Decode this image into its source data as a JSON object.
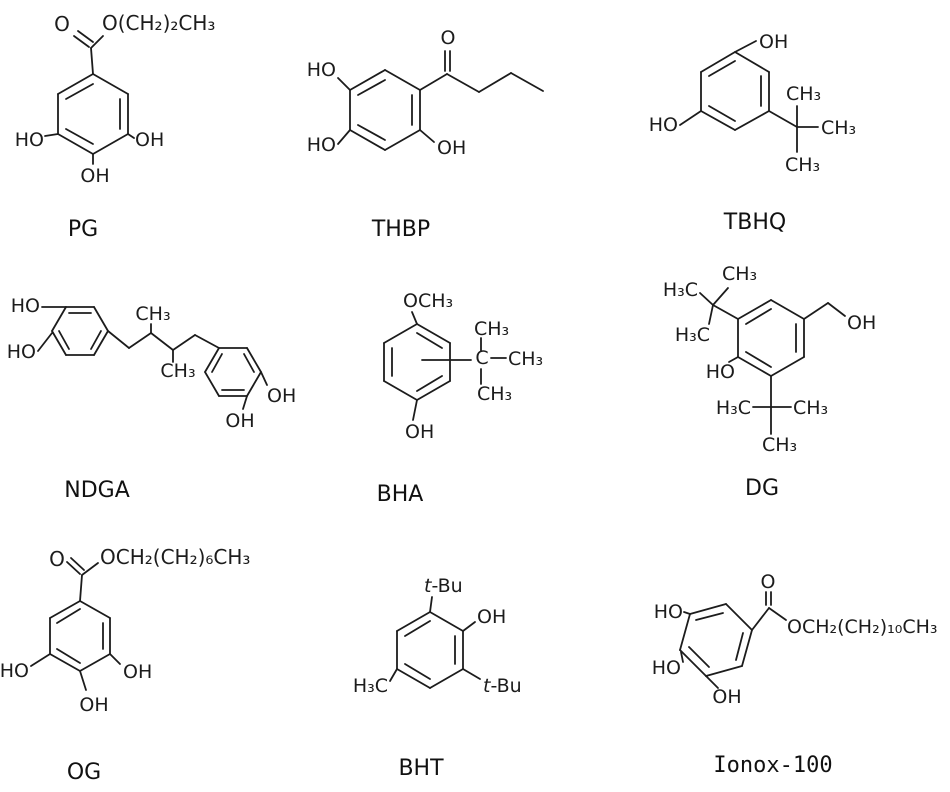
{
  "figure": {
    "description_colors": {
      "ink": "#1c1c1c",
      "background": "#ffffff"
    }
  },
  "compounds": {
    "pg": {
      "name": "PG",
      "carbonyl_o": "O",
      "ester_chain": "O(CH₂)₂CH₃",
      "ho_left": "HO",
      "oh_right": "OH",
      "oh_bottom": "OH"
    },
    "thbp": {
      "name": "THBP",
      "ketone_o": "O",
      "ho_top": "HO",
      "ho_bottom": "HO",
      "oh_bottom": "OH"
    },
    "tbhq": {
      "name": "TBHQ",
      "oh_top": "OH",
      "ho_left": "HO",
      "ch3_top": "CH₃",
      "ch3_right": "CH₃",
      "ch3_bottom": "CH₃"
    },
    "ndga": {
      "name": "NDGA",
      "ho_top": "HO",
      "ho_left": "HO",
      "ch3_up": "CH₃",
      "ch3_down": "CH₃",
      "oh_right": "OH",
      "oh_bottom": "OH"
    },
    "bha": {
      "name": "BHA",
      "och3": "OCH₃",
      "c_center": "C",
      "ch3_top": "CH₃",
      "ch3_right": "CH₃",
      "ch3_bottom": "CH₃",
      "oh_bottom": "OH"
    },
    "dg": {
      "name": "DG",
      "h3c_upper": "H₃C",
      "ch3_top": "CH₃",
      "h3c_mid": "H₃C",
      "ho": "HO",
      "oh_right": "OH",
      "h3c_lower": "H₃C",
      "ch3_right": "CH₃",
      "ch3_bottom": "CH₃"
    },
    "og": {
      "name": "OG",
      "carbonyl_o": "O",
      "ester_chain": "OCH₂(CH₂)₆CH₃",
      "ho_left": "HO",
      "oh_right": "OH",
      "oh_bottom": "OH"
    },
    "bht": {
      "name": "BHT",
      "tbu_t": "t",
      "tbu_bu": "-Bu",
      "oh": "OH",
      "h3c": "H₃C"
    },
    "ionox": {
      "name": "Ionox-100",
      "carbonyl_o": "O",
      "ester_chain": "OCH₂(CH₂)₁₀CH₃",
      "ho_top": "HO",
      "ho_left": "HO",
      "oh_bottom": "OH"
    }
  }
}
